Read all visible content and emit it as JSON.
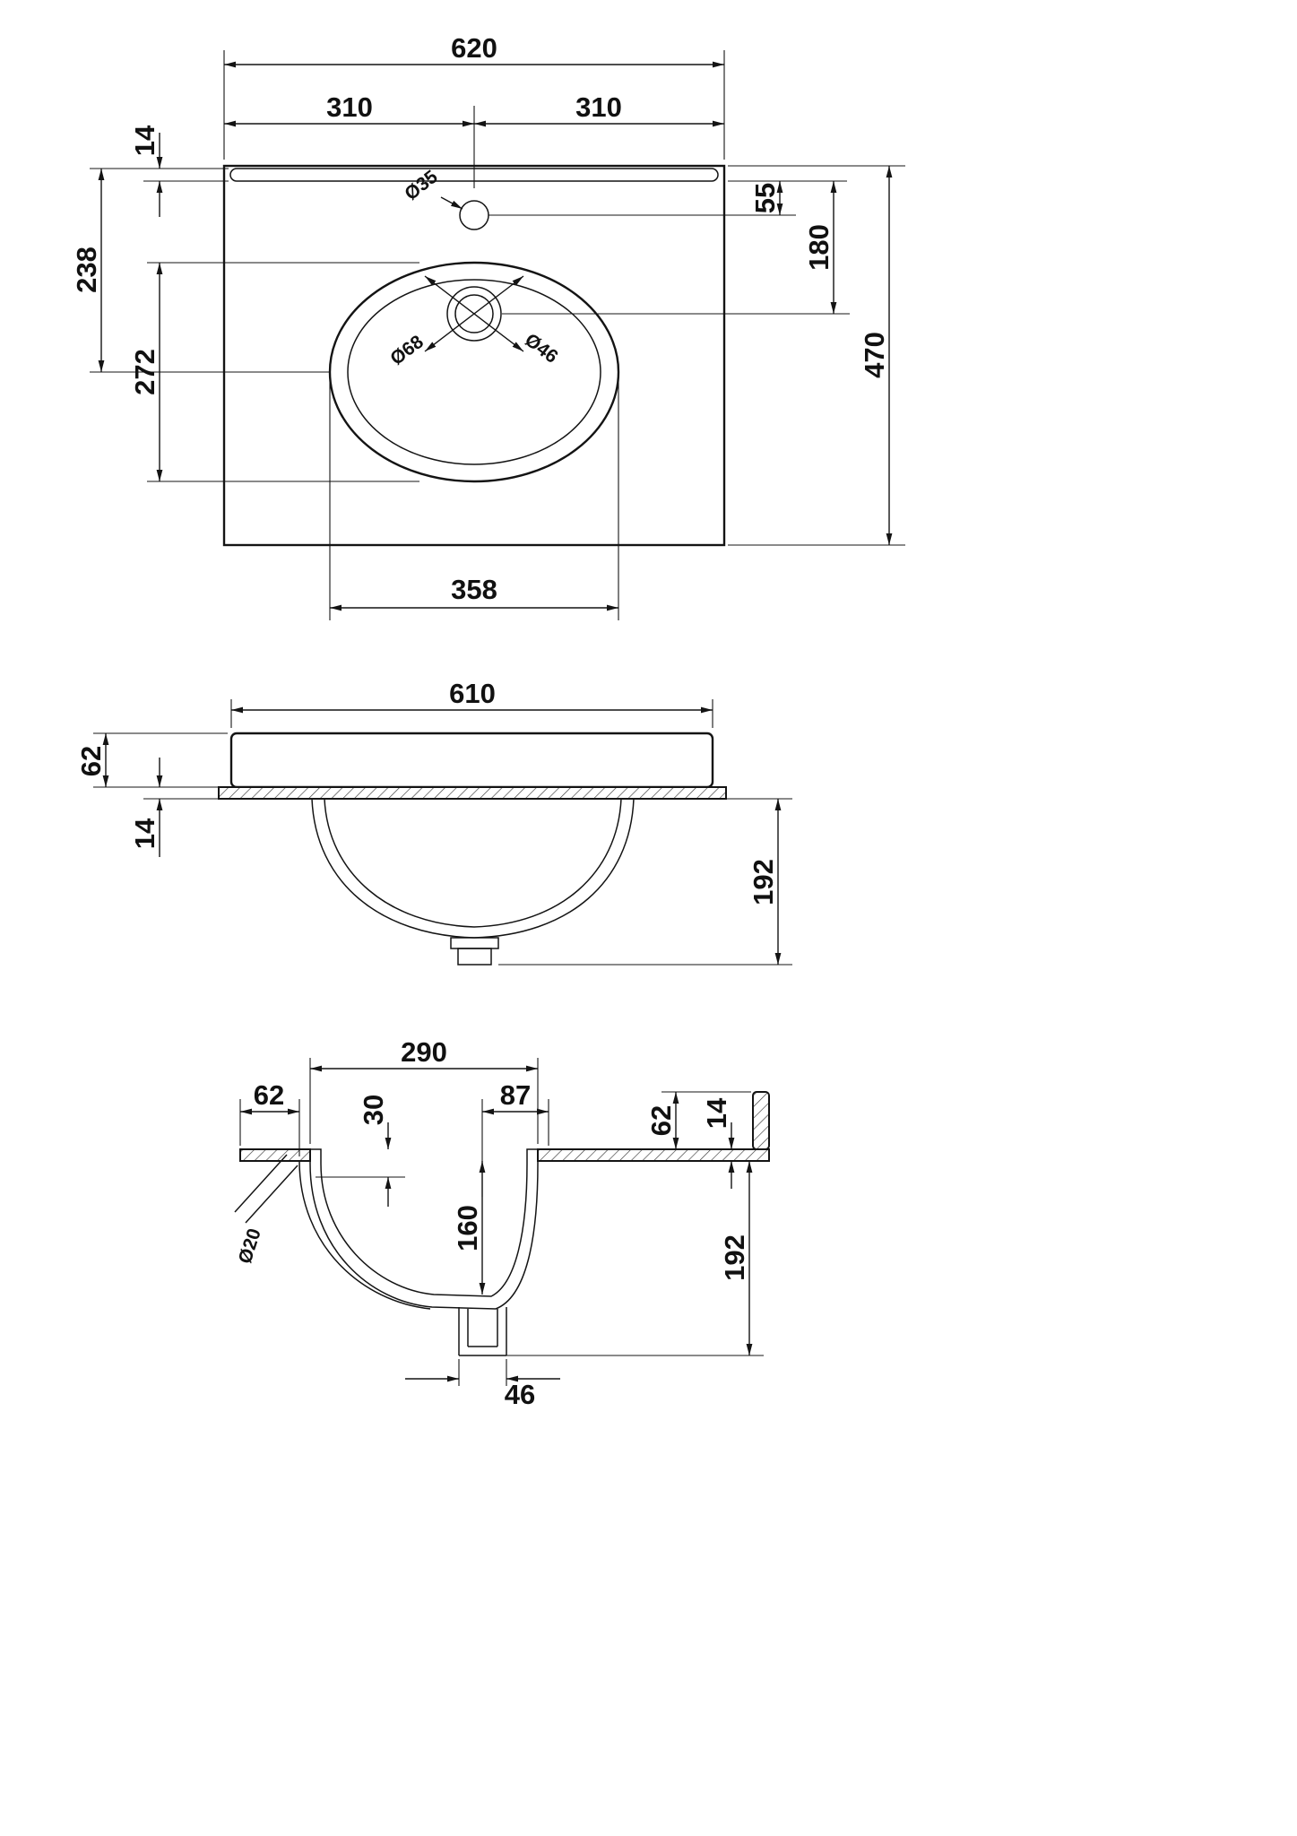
{
  "drawing": {
    "plan": {
      "overall_width": "620",
      "left_half": "310",
      "right_half": "310",
      "upstand_thickness": "14",
      "front_to_bowl_center": "238",
      "bowl_front_to_back": "272",
      "tap_hole_offset": "55",
      "waste_offset": "180",
      "overall_depth": "470",
      "bowl_width": "358",
      "tap_hole_diameter": "Ø35",
      "waste_outer_diameter": "Ø68",
      "waste_inner_diameter": "Ø46"
    },
    "front": {
      "basin_width": "610",
      "rim_height": "62",
      "counter_thickness": "14",
      "bowl_depth": "192"
    },
    "side": {
      "bowl_opening": "290",
      "front_ledge": "62",
      "rim_drop": "30",
      "back_ledge": "87",
      "upstand_height": "62",
      "counter_thickness": "14",
      "bowl_inner_depth": "160",
      "overall_bowl_depth": "192",
      "overflow_diameter": "Ø20",
      "waste_outlet_width": "46"
    }
  }
}
